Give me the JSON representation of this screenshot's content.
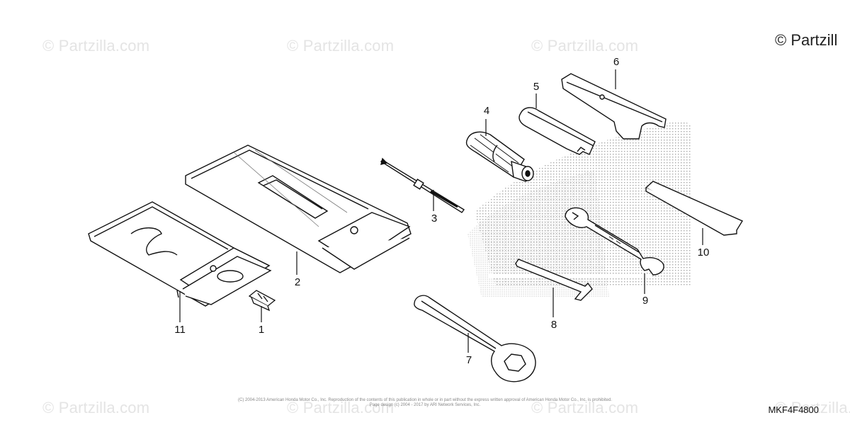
{
  "watermarks": {
    "text": "© Partzilla.com",
    "corner_text": "© Partzill"
  },
  "callouts": [
    "1",
    "2",
    "3",
    "4",
    "5",
    "6",
    "7",
    "8",
    "9",
    "10",
    "11"
  ],
  "parts": [
    {
      "num": "1",
      "icon": "clip-icon"
    },
    {
      "num": "2",
      "icon": "tool-bag-icon"
    },
    {
      "num": "3",
      "icon": "screwdriver-bit-icon"
    },
    {
      "num": "4",
      "icon": "screwdriver-handle-icon"
    },
    {
      "num": "5",
      "icon": "feeler-tool-icon"
    },
    {
      "num": "6",
      "icon": "spanner-wrench-icon"
    },
    {
      "num": "7",
      "icon": "box-wrench-icon"
    },
    {
      "num": "8",
      "icon": "hex-key-icon"
    },
    {
      "num": "9",
      "icon": "open-end-wrench-icon"
    },
    {
      "num": "10",
      "icon": "flat-bar-icon"
    },
    {
      "num": "11",
      "icon": "tool-pouch-icon"
    }
  ],
  "footer": {
    "copyright_line1": "(C) 2004-2013 American Honda Motor Co., Inc. Reproduction of the contents of this publication in whole or in part without the express written approval of American Honda Motor Co., Inc. is prohibited.",
    "copyright_line2": "Page design (c) 2004 - 2017 by ARI Network Services, Inc.",
    "diagram_code": "MKF4F4800"
  }
}
